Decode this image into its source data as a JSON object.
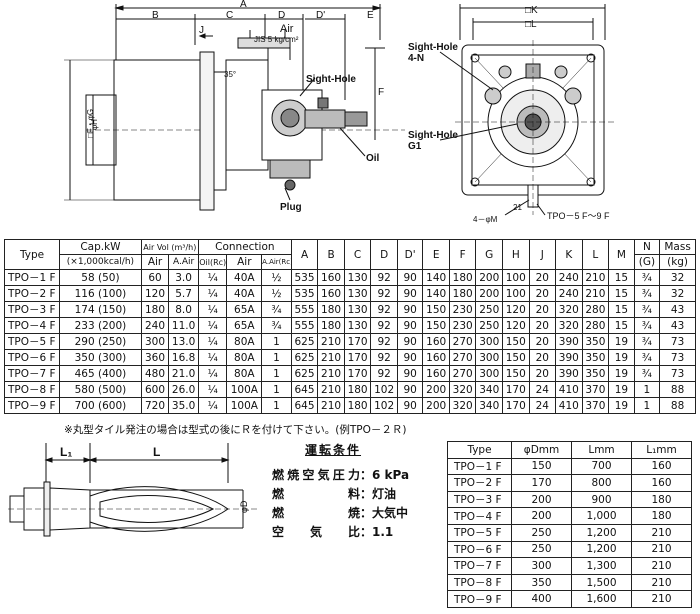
{
  "drawing_top": {
    "side_labels": {
      "A": "A",
      "B": "B",
      "C": "C",
      "D": "D",
      "Dp": "D'",
      "E": "E",
      "J": "J",
      "F": "F",
      "fg": "□F・φG",
      "fh": "φH",
      "air": "Air",
      "jis": "JIS 5 kg/cm²",
      "sight": "Sight-Hole",
      "oil": "Oil",
      "plug": "Plug",
      "angle": "35°"
    },
    "front_labels": {
      "K": "□K",
      "L": "□L",
      "sight4": "Sight-Hole",
      "sight4b": "4-N",
      "sightg": "Sight-Hole",
      "sightg1": "G1",
      "m": "4－φM",
      "n21": "21",
      "model": "TPO－5 F～9 F"
    }
  },
  "spec_table": {
    "headers": {
      "type": "Type",
      "cap": "Cap.kW",
      "cap2": "(×1,000kcal/h)",
      "airvol": "Air Vol (m³/h)",
      "conn": "Connection",
      "air": "Air",
      "aair": "A.Air",
      "oil": "Oil(Rc)",
      "air2": "Air",
      "aair2": "A.Air(Rc)",
      "A": "A",
      "B": "B",
      "C": "C",
      "D": "D",
      "Dp": "D'",
      "E": "E",
      "F": "F",
      "G": "G",
      "H": "H",
      "J": "J",
      "K": "K",
      "L": "L",
      "M": "M",
      "N": "N",
      "N2": "(G)",
      "mass": "Mass",
      "mass2": "(kg)"
    },
    "rows": [
      [
        "TPO－1 F",
        "58  (50)",
        "60",
        "3.0",
        "¼",
        "40A",
        "½",
        "535",
        "160",
        "130",
        "92",
        "90",
        "140",
        "180",
        "200",
        "100",
        "20",
        "240",
        "210",
        "15",
        "¾",
        "32"
      ],
      [
        "TPO－2 F",
        "116 (100)",
        "120",
        "5.7",
        "¼",
        "40A",
        "½",
        "535",
        "160",
        "130",
        "92",
        "90",
        "140",
        "180",
        "200",
        "100",
        "20",
        "240",
        "210",
        "15",
        "¾",
        "32"
      ],
      [
        "TPO－3 F",
        "174 (150)",
        "180",
        "8.0",
        "¼",
        "65A",
        "¾",
        "555",
        "180",
        "130",
        "92",
        "90",
        "150",
        "230",
        "250",
        "120",
        "20",
        "320",
        "280",
        "15",
        "¾",
        "43"
      ],
      [
        "TPO－4 F",
        "233 (200)",
        "240",
        "11.0",
        "¼",
        "65A",
        "¾",
        "555",
        "180",
        "130",
        "92",
        "90",
        "150",
        "230",
        "250",
        "120",
        "20",
        "320",
        "280",
        "15",
        "¾",
        "43"
      ],
      [
        "TPO－5 F",
        "290 (250)",
        "300",
        "13.0",
        "¼",
        "80A",
        "1",
        "625",
        "210",
        "170",
        "92",
        "90",
        "160",
        "270",
        "300",
        "150",
        "20",
        "390",
        "350",
        "19",
        "¾",
        "73"
      ],
      [
        "TPO－6 F",
        "350 (300)",
        "360",
        "16.8",
        "¼",
        "80A",
        "1",
        "625",
        "210",
        "170",
        "92",
        "90",
        "160",
        "270",
        "300",
        "150",
        "20",
        "390",
        "350",
        "19",
        "¾",
        "73"
      ],
      [
        "TPO－7 F",
        "465 (400)",
        "480",
        "21.0",
        "¼",
        "80A",
        "1",
        "625",
        "210",
        "170",
        "92",
        "90",
        "160",
        "270",
        "300",
        "150",
        "20",
        "390",
        "350",
        "19",
        "¾",
        "73"
      ],
      [
        "TPO－8 F",
        "580 (500)",
        "600",
        "26.0",
        "¼",
        "100A",
        "1",
        "645",
        "210",
        "180",
        "102",
        "90",
        "200",
        "320",
        "340",
        "170",
        "24",
        "410",
        "370",
        "19",
        "1",
        "88"
      ],
      [
        "TPO－9 F",
        "700 (600)",
        "720",
        "35.0",
        "¼",
        "100A",
        "1",
        "645",
        "210",
        "180",
        "102",
        "90",
        "200",
        "320",
        "340",
        "170",
        "24",
        "410",
        "370",
        "19",
        "1",
        "88"
      ]
    ]
  },
  "note": "※丸型タイル発注の場合は型式の後にＲを付けて下さい。(例TPO－２Ｒ)",
  "flame_labels": {
    "L1": "L₁",
    "L": "L",
    "phiD": "φD"
  },
  "conditions": {
    "title": "運転条件",
    "items": [
      {
        "k": "燃焼空気圧力",
        "v": "：6 kPa"
      },
      {
        "k": "燃料",
        "v": "：灯油"
      },
      {
        "k": "燃焼",
        "v": "：大気中"
      },
      {
        "k": "空気比",
        "v": "：1.1"
      }
    ]
  },
  "dim_table": {
    "headers": {
      "type": "Type",
      "d": "φDmm",
      "l": "Lmm",
      "l1": "L₁mm"
    },
    "rows": [
      [
        "TPO－1 F",
        "150",
        "700",
        "160"
      ],
      [
        "TPO－2 F",
        "170",
        "800",
        "160"
      ],
      [
        "TPO－3 F",
        "200",
        "900",
        "180"
      ],
      [
        "TPO－4 F",
        "200",
        "1,000",
        "180"
      ],
      [
        "TPO－5 F",
        "250",
        "1,200",
        "210"
      ],
      [
        "TPO－6 F",
        "250",
        "1,200",
        "210"
      ],
      [
        "TPO－7 F",
        "300",
        "1,300",
        "210"
      ],
      [
        "TPO－8 F",
        "350",
        "1,500",
        "210"
      ],
      [
        "TPO－9 F",
        "400",
        "1,600",
        "210"
      ]
    ]
  }
}
